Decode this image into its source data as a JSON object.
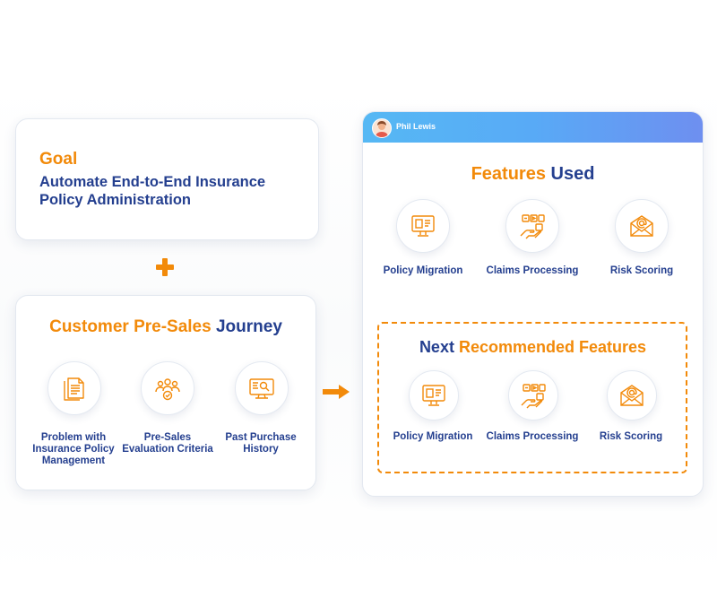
{
  "goal": {
    "label": "Goal",
    "text": "Automate End-to-End Insurance Policy Administration"
  },
  "journey": {
    "title_part1": "Customer Pre-Sales",
    "title_part2": "Journey",
    "items": [
      {
        "label": "Problem with Insurance Policy Management",
        "icon": "document-icon"
      },
      {
        "label": "Pre-Sales Evaluation Criteria",
        "icon": "group-check-icon"
      },
      {
        "label": "Past Purchase History",
        "icon": "monitor-search-icon"
      }
    ]
  },
  "features_panel": {
    "user_name": "Phil Lewis",
    "title_part1": "Features",
    "title_part2": "Used",
    "features_used": [
      {
        "label": "Policy Migration",
        "icon": "policy-monitor-icon"
      },
      {
        "label": "Claims Processing",
        "icon": "claims-hand-icon"
      },
      {
        "label": "Risk Scoring",
        "icon": "envelope-at-icon"
      }
    ],
    "next_title_part1": "Next",
    "next_title_part2": "Recommended Features",
    "next_features": [
      {
        "label": "Policy Migration",
        "icon": "policy-monitor-icon"
      },
      {
        "label": "Claims Processing",
        "icon": "claims-hand-icon"
      },
      {
        "label": "Risk Scoring",
        "icon": "envelope-at-icon"
      }
    ]
  },
  "colors": {
    "accent_orange": "#f28a0a",
    "text_blue": "#243f8f",
    "header_gradient_start": "#56b8f4",
    "header_gradient_end": "#6e8ff0"
  }
}
